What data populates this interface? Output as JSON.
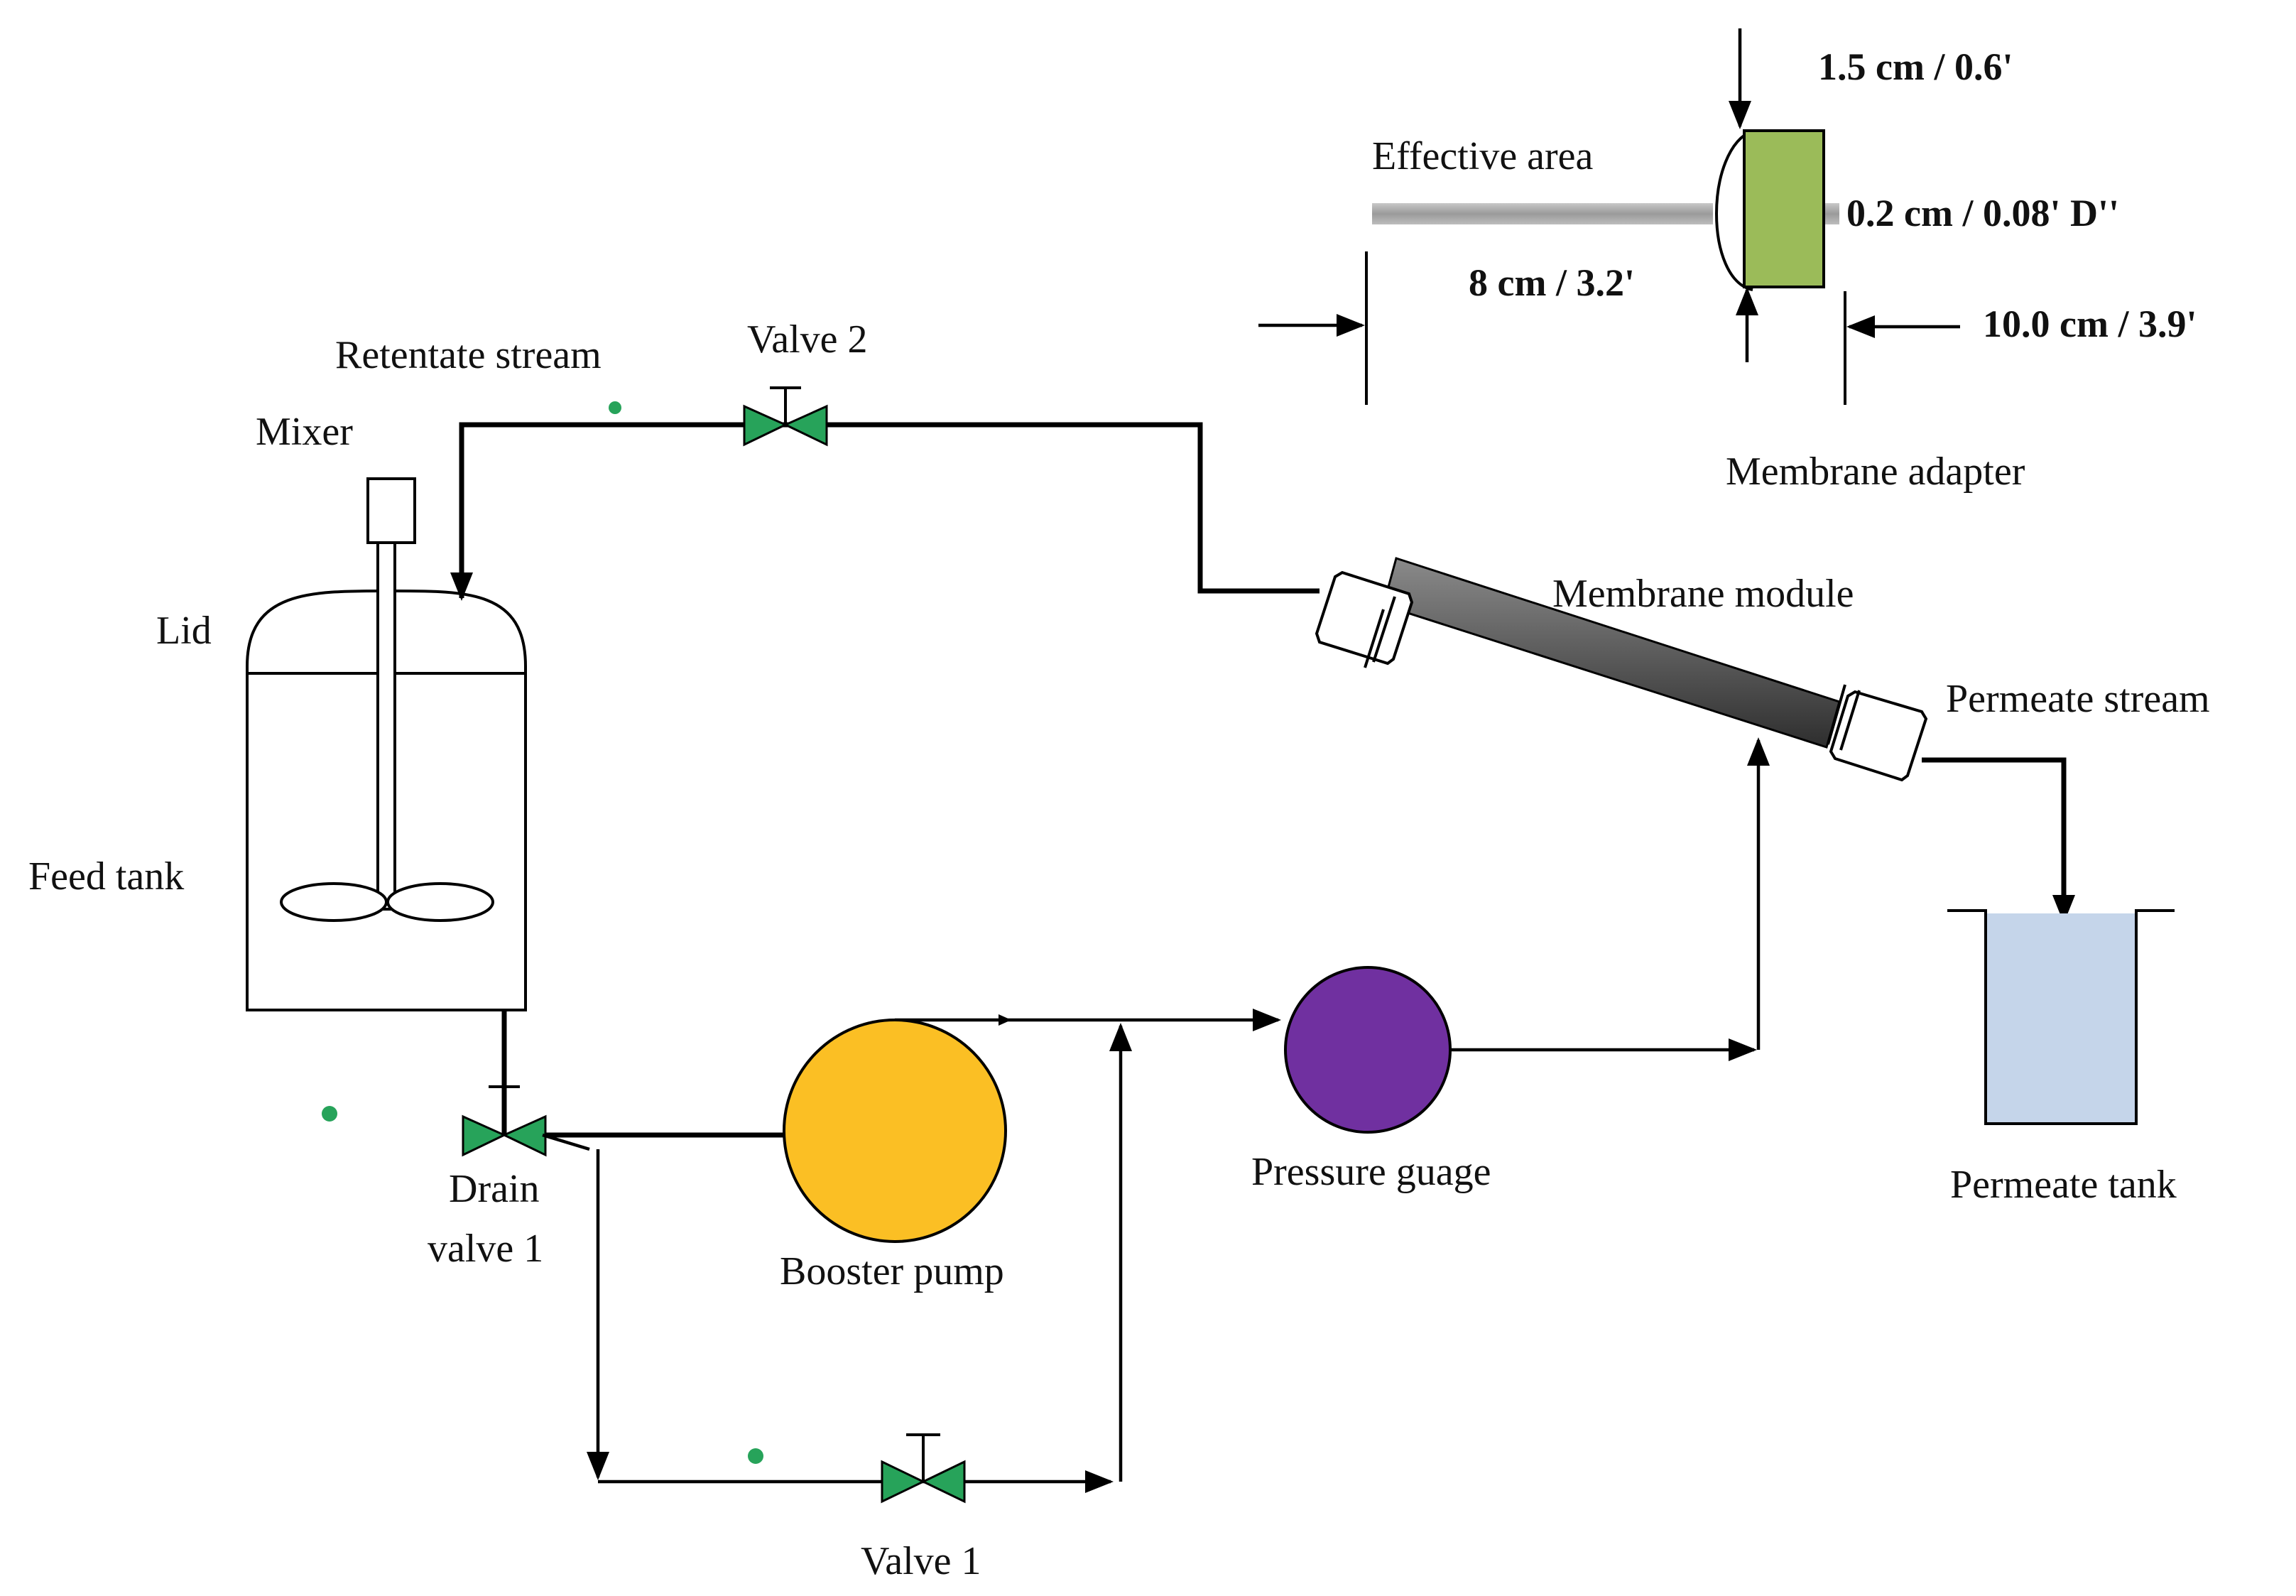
{
  "labels": {
    "retentate_stream": "Retentate stream",
    "valve_2": "Valve 2",
    "mixer": "Mixer",
    "lid": "Lid",
    "feed_tank": "Feed tank",
    "drain_valve_line1": "Drain",
    "drain_valve_line2": "valve 1",
    "booster_pump": "Booster pump",
    "pressure_gauge": "Pressure guage",
    "valve_1": "Valve 1",
    "membrane_module": "Membrane module",
    "permeate_stream": "Permeate stream",
    "permeate_tank": "Permeate tank",
    "effective_area": "Effective area",
    "membrane_adapter": "Membrane adapter"
  },
  "dimensions": {
    "thickness": "1.5 cm / 0.6'",
    "diameter": "0.2 cm / 0.08' D''",
    "effective_length": "8 cm / 3.2'",
    "total_length": "10.0 cm / 3.9'"
  },
  "colors": {
    "valve": "#27a35a",
    "booster_pump": "#fbbf24",
    "pressure_gauge": "#7030a0",
    "permeate_liquid": "#c5d5ea",
    "membrane_adapter": "#9bbb59",
    "membrane_tube": "#555555"
  }
}
